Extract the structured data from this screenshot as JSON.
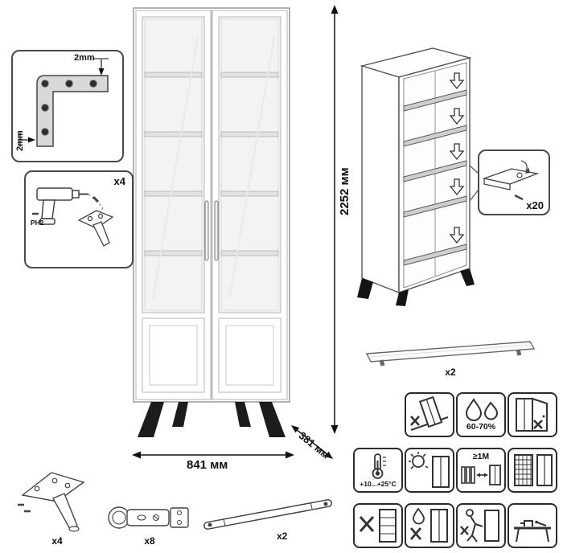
{
  "dimensions": {
    "height": "2252 мм",
    "width": "841 мм",
    "depth": "381 мм"
  },
  "details": {
    "bracket": {
      "top_dim": "2mm",
      "side_dim": "2mm"
    },
    "drill": {
      "count": "x4",
      "bit": "PH2"
    },
    "shelf_fastener": {
      "count": "x20"
    }
  },
  "parts": {
    "handle": {
      "count": "x2"
    },
    "leg": {
      "count": "x4"
    },
    "hinge": {
      "count": "x8"
    },
    "strap": {
      "count": "x2"
    }
  },
  "care": {
    "humidity": "60-70%",
    "temperature": "+10...+25°C",
    "distance": "≥1M"
  }
}
